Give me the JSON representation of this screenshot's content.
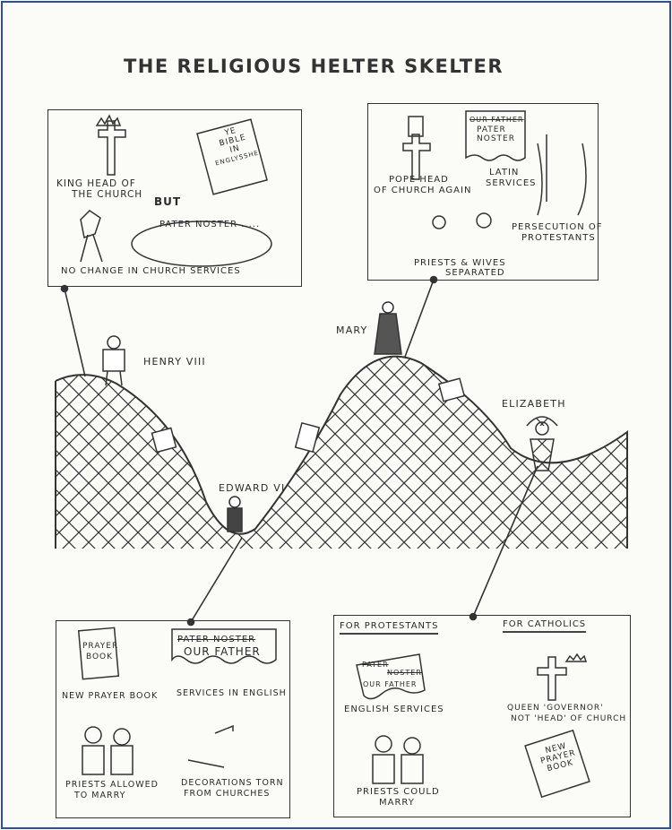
{
  "title": "THE RELIGIOUS HELTER SKELTER",
  "monarchs": {
    "henry": "HENRY VIII",
    "edward": "EDWARD VI",
    "mary": "MARY",
    "elizabeth": "ELIZABETH"
  },
  "henry_box": {
    "king_head_1": "KING HEAD OF",
    "king_head_2": "THE CHURCH",
    "bible": [
      "YE",
      "BIBLE",
      "IN",
      "ENGLYSSHE"
    ],
    "but": "BUT",
    "speech": "PATER NOSTER .....",
    "no_change": "NO CHANGE IN CHURCH SERVICES"
  },
  "mary_box": {
    "pope_1": "POPE HEAD",
    "pope_2": "OF CHURCH AGAIN",
    "banner_struck": "OUR FATHER",
    "banner": [
      "PATER",
      "NOSTER"
    ],
    "latin_1": "LATIN",
    "latin_2": "SERVICES",
    "persecution_1": "PERSECUTION OF",
    "persecution_2": "PROTESTANTS",
    "priests_1": "PRIESTS & WIVES",
    "priests_2": "SEPARATED"
  },
  "edward_box": {
    "book": [
      "PRAYER",
      "BOOK"
    ],
    "banner_struck": "PATER NOSTER",
    "banner": "OUR FATHER",
    "new_prayer_book": "NEW PRAYER BOOK",
    "services": "SERVICES IN ENGLISH",
    "priests_1": "PRIESTS ALLOWED",
    "priests_2": "TO MARRY",
    "decorations_1": "DECORATIONS TORN",
    "decorations_2": "FROM CHURCHES"
  },
  "elizabeth_box": {
    "for_protestants": "FOR PROTESTANTS",
    "for_catholics": "FOR CATHOLICS",
    "banner_struck": [
      "PATER",
      "NOSTER"
    ],
    "banner": "OUR FATHER",
    "english_services": "ENGLISH SERVICES",
    "queen_1": "QUEEN 'GOVERNOR'",
    "queen_2": "NOT 'HEAD' OF CHURCH",
    "priests_1": "PRIESTS COULD",
    "priests_2": "MARRY",
    "book": [
      "NEW",
      "PRAYER",
      "BOOK"
    ]
  }
}
